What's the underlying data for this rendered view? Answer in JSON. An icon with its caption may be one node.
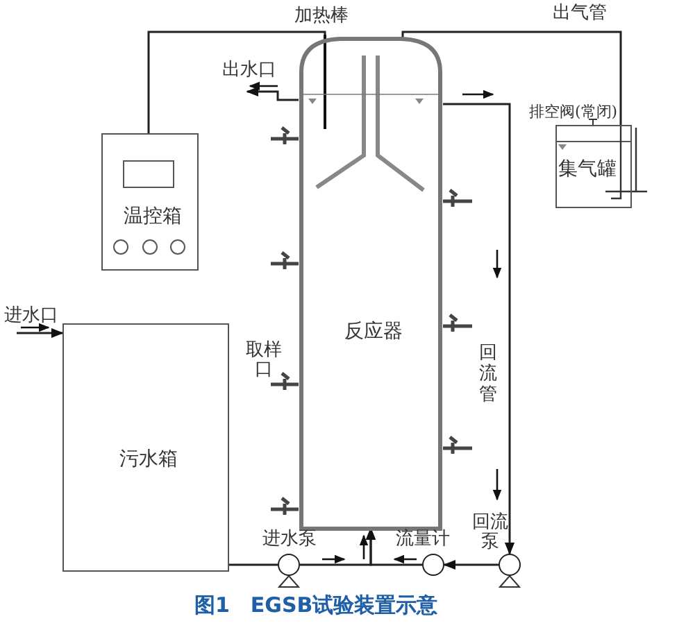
{
  "diagram": {
    "caption": "图1　EGSB试验装置示意",
    "nodes": [
      {
        "text": [
          "温控箱"
        ]
      },
      {
        "text": [
          "反应器"
        ]
      },
      {
        "text": [
          "污水箱"
        ]
      },
      {
        "text": [
          "集气罐"
        ]
      },
      {
        "text": [],
        "shape": "circle",
        "beside": [
          "进水泵"
        ]
      },
      {
        "text": [],
        "shape": "circle",
        "beside": [
          "流量计"
        ]
      },
      {
        "text": [],
        "shape": "circle",
        "beside": [
          "回流泵"
        ]
      }
    ],
    "edges": [
      {
        "from": 0,
        "to": 1,
        "arrow": "none"
      },
      {
        "from": 1,
        "to": 3,
        "arrow": "none",
        "label": "出气管"
      },
      {
        "from": 1,
        "to": null,
        "arrow": "to",
        "label": "出水口"
      },
      {
        "from": null,
        "to": 2,
        "arrow": "to",
        "label": "进水口"
      },
      {
        "from": 2,
        "to": 4,
        "arrow": "none"
      },
      {
        "from": 4,
        "to": 1,
        "arrow": "to"
      },
      {
        "from": 1,
        "to": 6,
        "arrow": "to",
        "label": "回流管"
      },
      {
        "from": 6,
        "to": 5,
        "arrow": "to"
      },
      {
        "from": 5,
        "to": 1,
        "arrow": "to"
      }
    ],
    "labels": [
      "加热棒",
      "排空阀(常闭)",
      "取样口"
    ]
  }
}
